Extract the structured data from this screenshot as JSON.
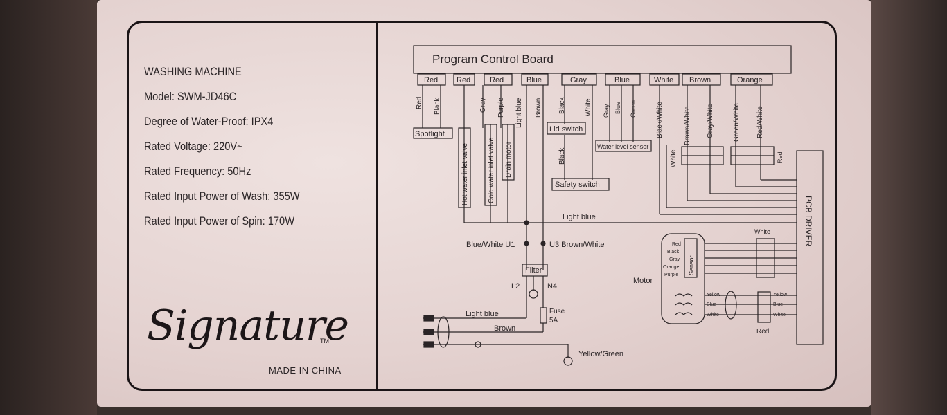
{
  "specs": {
    "product": "WASHING MACHINE",
    "model": "Model: SWM-JD46C",
    "water_proof": "Degree of Water-Proof: IPX4",
    "voltage": "Rated Voltage: 220V~",
    "frequency": "Rated Frequency: 50Hz",
    "wash_power": "Rated Input Power of Wash: 355W",
    "spin_power": "Rated Input Power of Spin: 170W"
  },
  "brand": {
    "name": "Signature",
    "tm": "TM",
    "made_in": "MADE IN CHINA"
  },
  "diagram": {
    "board_title": "Program Control Board",
    "connectors": [
      "Red",
      "Red",
      "Red",
      "Blue",
      "Gray",
      "Blue",
      "White",
      "Brown",
      "Orange"
    ],
    "wires_top": [
      "Red",
      "Black",
      "Gray",
      "Purple",
      "Light blue",
      "Brown",
      "Black",
      "White",
      "Gray",
      "Blue",
      "Green",
      "Black/White",
      "Brown/White",
      "Gray/White",
      "Green/White",
      "Red/White"
    ],
    "components": {
      "spotlight": "Spotlight",
      "hot_valve": "Hot water inlet valve",
      "cold_valve": "Cold water inlet valve",
      "drain_motor": "Drain motor",
      "lid_switch": "Lid switch",
      "water_level": "Water level sensor",
      "safety_switch": "Safety switch",
      "filter": "Filter",
      "fuse": "Fuse",
      "fuse_rating": "5A",
      "motor": "Motor",
      "sensor": "Sensor",
      "pcb_driver": "PCB DRIVER"
    },
    "lower_wires": {
      "black": "Black",
      "white": "White",
      "red": "Red",
      "light_blue_main": "Light blue",
      "blue_white_u1": "Blue/White U1",
      "u3_brown_white": "U3 Brown/White",
      "l2": "L2",
      "n4": "N4",
      "light_blue_line": "Light blue",
      "brown_line": "Brown",
      "yellow_green": "Yellow/Green"
    },
    "sensor_wires": [
      "Red",
      "Black",
      "Gray",
      "Orange",
      "Purple"
    ],
    "motor_wires": [
      "Yellow",
      "Blue",
      "White"
    ],
    "right_wires": [
      "Yellow",
      "Blue",
      "White"
    ],
    "pcb_white": "White",
    "pcb_red": "Red"
  }
}
